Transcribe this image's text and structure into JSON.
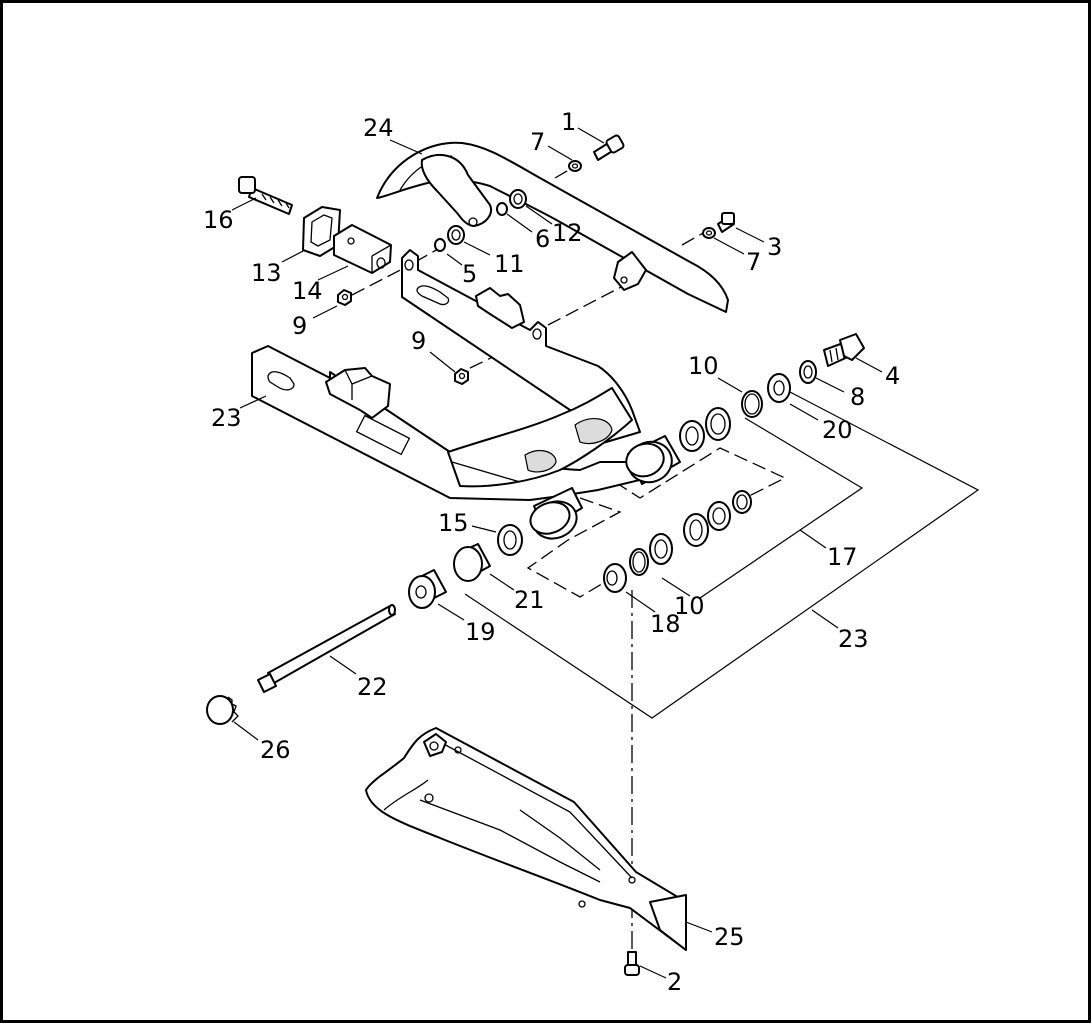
{
  "diagram": {
    "callouts": [
      {
        "id": "c1",
        "text": "1"
      },
      {
        "id": "c2",
        "text": "2"
      },
      {
        "id": "c3",
        "text": "3"
      },
      {
        "id": "c4",
        "text": "4"
      },
      {
        "id": "c5",
        "text": "5"
      },
      {
        "id": "c6",
        "text": "6"
      },
      {
        "id": "c7a",
        "text": "7"
      },
      {
        "id": "c7b",
        "text": "7"
      },
      {
        "id": "c8",
        "text": "8"
      },
      {
        "id": "c9a",
        "text": "9"
      },
      {
        "id": "c9b",
        "text": "9"
      },
      {
        "id": "c10a",
        "text": "10"
      },
      {
        "id": "c10b",
        "text": "10"
      },
      {
        "id": "c11",
        "text": "11"
      },
      {
        "id": "c12",
        "text": "12"
      },
      {
        "id": "c13",
        "text": "13"
      },
      {
        "id": "c14",
        "text": "14"
      },
      {
        "id": "c15",
        "text": "15"
      },
      {
        "id": "c16",
        "text": "16"
      },
      {
        "id": "c17",
        "text": "17"
      },
      {
        "id": "c18",
        "text": "18"
      },
      {
        "id": "c19",
        "text": "19"
      },
      {
        "id": "c20",
        "text": "20"
      },
      {
        "id": "c21",
        "text": "21"
      },
      {
        "id": "c22",
        "text": "22"
      },
      {
        "id": "c23a",
        "text": "23"
      },
      {
        "id": "c23b",
        "text": "23"
      },
      {
        "id": "c24",
        "text": "24"
      },
      {
        "id": "c25",
        "text": "25"
      },
      {
        "id": "c26",
        "text": "26"
      }
    ]
  }
}
